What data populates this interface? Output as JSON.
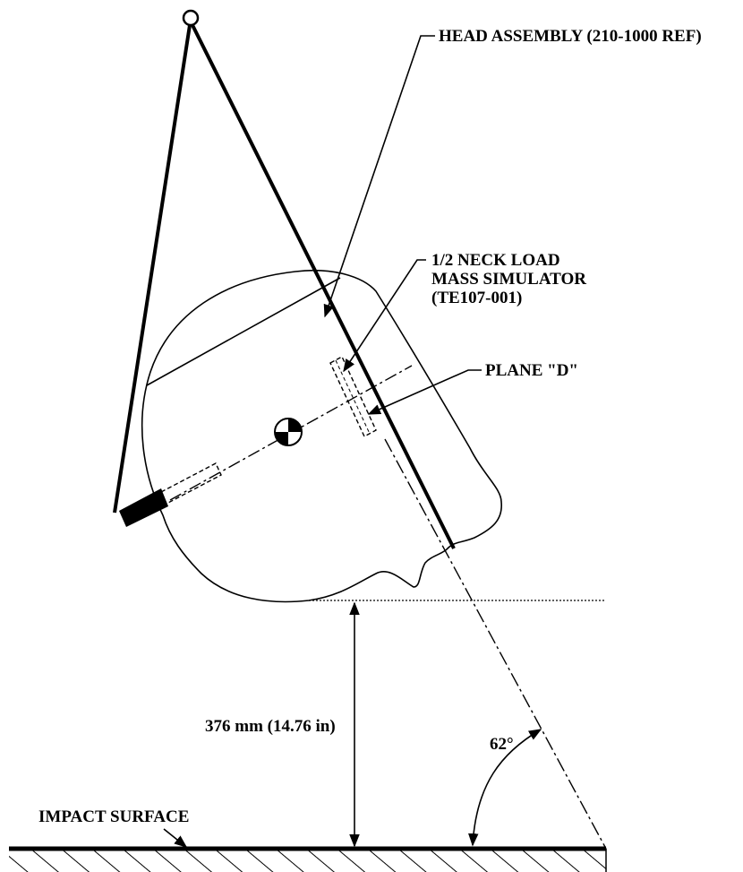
{
  "labels": {
    "head_assembly": "HEAD ASSEMBLY (210-1000 REF)",
    "neck_load_line1": "1/2 NECK LOAD",
    "neck_load_line2": "MASS SIMULATOR",
    "neck_load_line3": "(TE107-001)",
    "plane_d": "PLANE \"D\"",
    "drop_height": "376 mm (14.76 in)",
    "angle": "62°",
    "impact_surface": "IMPACT SURFACE"
  }
}
